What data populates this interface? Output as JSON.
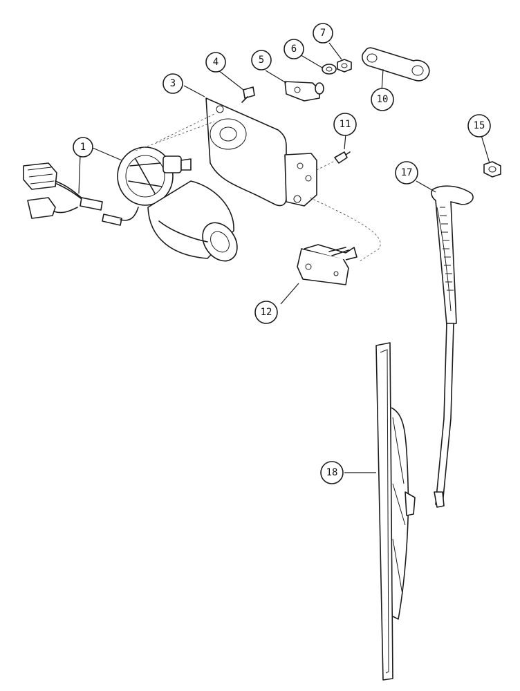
{
  "diagram": {
    "type": "exploded-parts-view",
    "callouts": [
      {
        "id": "c1",
        "number": "1"
      },
      {
        "id": "c3",
        "number": "3"
      },
      {
        "id": "c4",
        "number": "4"
      },
      {
        "id": "c5",
        "number": "5"
      },
      {
        "id": "c6",
        "number": "6"
      },
      {
        "id": "c7",
        "number": "7"
      },
      {
        "id": "c10",
        "number": "10"
      },
      {
        "id": "c11",
        "number": "11"
      },
      {
        "id": "c12",
        "number": "12"
      },
      {
        "id": "c15",
        "number": "15"
      },
      {
        "id": "c17",
        "number": "17"
      },
      {
        "id": "c18",
        "number": "18"
      }
    ],
    "colors": {
      "line": "#1a1a1a",
      "background": "#ffffff"
    }
  }
}
